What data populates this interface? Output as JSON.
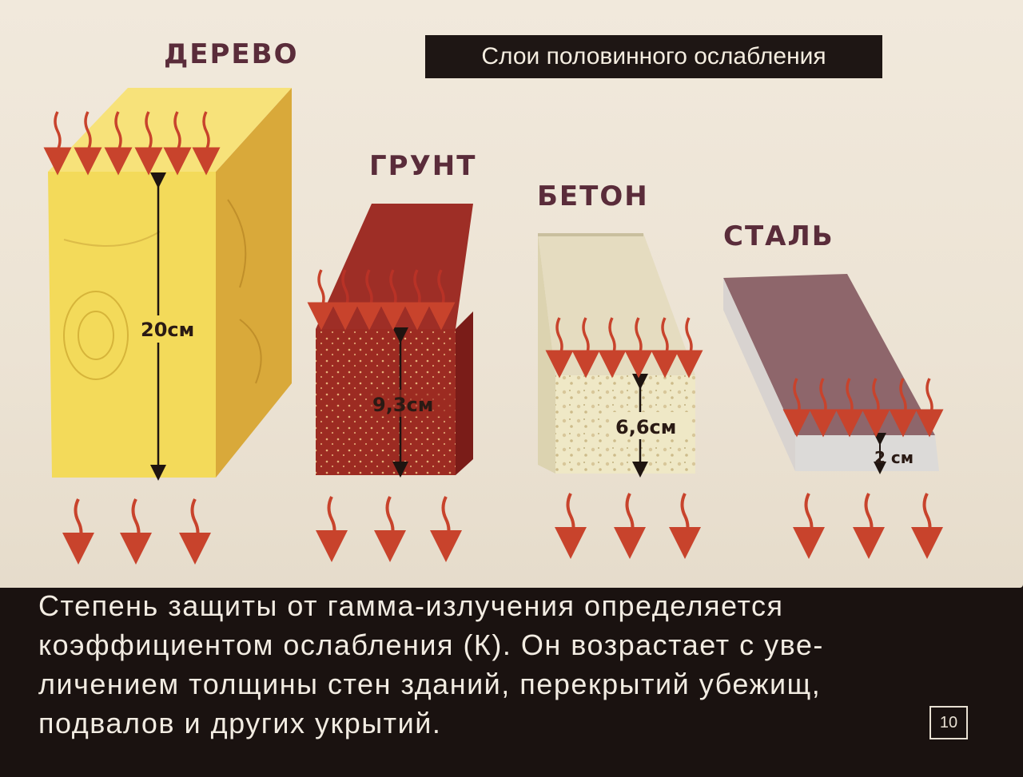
{
  "title": "Слои половинного ослабления",
  "materials": [
    {
      "name": "ДЕРЕВО",
      "thickness": "20см"
    },
    {
      "name": "ГРУНТ",
      "thickness": "9,3см"
    },
    {
      "name": "БЕТОН",
      "thickness": "6,6см"
    },
    {
      "name": "СТАЛЬ",
      "thickness": "2 см"
    }
  ],
  "caption_lines": [
    "Степень  защиты  от  гамма-излучения  определяется",
    "коэффициентом ослабления (К).  Он возрастает с уве-",
    "личением  толщины  стен зданий, перекрытий убежищ,",
    "подвалов  и  других  укрытий."
  ],
  "page_number": "10",
  "colors": {
    "wood": "#f2d855",
    "soil": "#9a2a22",
    "concrete": "#ece4bf",
    "steel": "#8a6468",
    "arrow": "#c8432c",
    "caption_bg": "#1a1210"
  }
}
